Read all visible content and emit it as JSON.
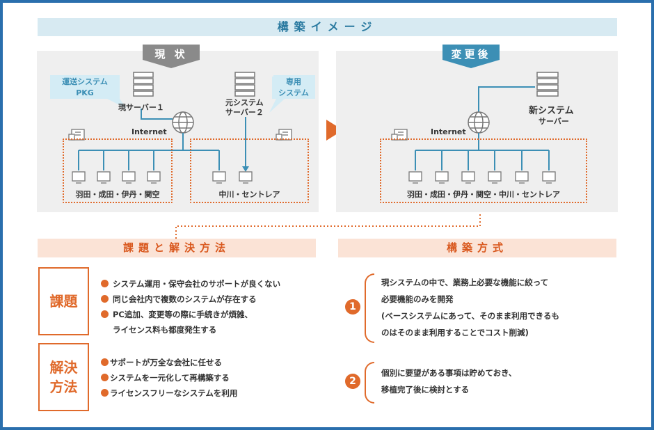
{
  "title": "構築イメージ",
  "current": {
    "tag": "現 状",
    "callout_pkg": [
      "運送システム",
      "PKG"
    ],
    "callout_dedicated": [
      "専用",
      "システム"
    ],
    "server1_label": "現サーバー１",
    "server2_label": [
      "元システム",
      "サーバー２"
    ],
    "internet_label": "Internet",
    "group1_label": "羽田・成田・伊丹・関空",
    "group2_label": "中川・セントレア"
  },
  "after": {
    "tag": "変更後",
    "internet_label": "Internet",
    "new_server_label": "新システム",
    "new_server_sublabel": "サーバー",
    "group_label": "羽田・成田・伊丹・関空・中川・セントレア"
  },
  "issues_section": {
    "heading": "課題と解決方法",
    "issue_label": "課題",
    "issues": [
      "システム運用・保守会社のサポートが良くない",
      "同じ会社内で複数のシステムが存在する",
      "PC追加、変更等の際に手続きが煩雑、",
      "ライセンス料も都度発生する"
    ],
    "solution_label": [
      "解決",
      "方法"
    ],
    "solutions": [
      "サポートが万全な会社に任せる",
      "システムを一元化して再構築する",
      "ライセンスフリーなシステムを利用"
    ]
  },
  "method_section": {
    "heading": "構築方式",
    "points": [
      {
        "num": "1",
        "lines": [
          "現システムの中で、業務上必要な機能に絞って",
          "必要機能のみを開発",
          "(ベースシステムにあって、そのまま利用できるも",
          "のはそのまま利用することでコスト削減)"
        ]
      },
      {
        "num": "2",
        "lines": [
          "個別に要望がある事項は貯めておき、",
          "移植完了後に検討とする"
        ]
      }
    ]
  },
  "colors": {
    "accent": "#e06a2b",
    "blue": "#2a6fad",
    "teal": "#3c8fb5",
    "banner": "#d7eaf2",
    "panel": "#efefef"
  }
}
